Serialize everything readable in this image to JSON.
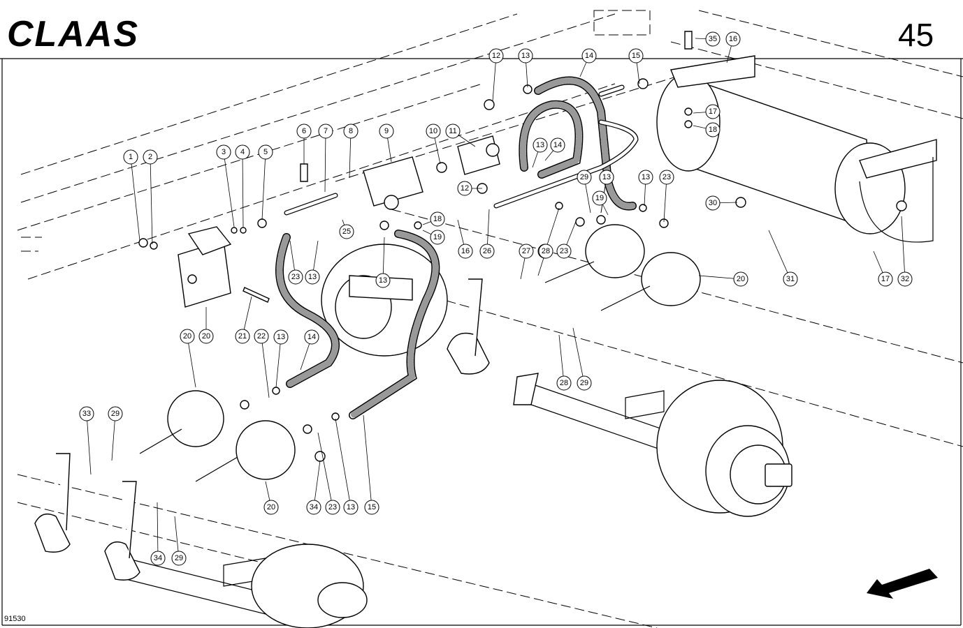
{
  "header": {
    "brand": "CLAAS",
    "page_number": "45"
  },
  "footer": {
    "drawing_number": "91530"
  },
  "callouts": [
    "1",
    "2",
    "3",
    "4",
    "5",
    "6",
    "7",
    "8",
    "9",
    "10",
    "11",
    "12",
    "12",
    "13",
    "13",
    "13",
    "13",
    "13",
    "13",
    "13",
    "13",
    "13",
    "13",
    "14",
    "14",
    "14",
    "15",
    "15",
    "16",
    "16",
    "17",
    "17",
    "18",
    "18",
    "19",
    "19",
    "20",
    "20",
    "20",
    "20",
    "21",
    "22",
    "23",
    "23",
    "23",
    "23",
    "25",
    "26",
    "27",
    "28",
    "28",
    "29",
    "29",
    "29",
    "29",
    "30",
    "31",
    "32",
    "33",
    "34",
    "34",
    "35",
    "6"
  ],
  "icons": {
    "direction_arrow": "direction-arrow-icon"
  }
}
